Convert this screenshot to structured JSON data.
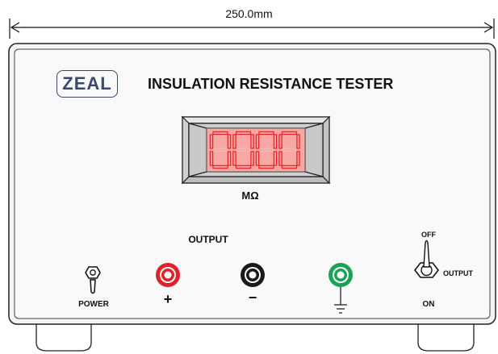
{
  "dimension": {
    "label": "250.0mm"
  },
  "panel": {
    "brand": "ZEAL",
    "title": "INSULATION RESISTANCE TESTER"
  },
  "display": {
    "reading": "0000",
    "unit": "MΩ",
    "segment_on_color": "#e8262a",
    "background_color": "#f7a8a4"
  },
  "terminals": {
    "section_label": "OUTPUT",
    "items": [
      {
        "id": "positive",
        "color": "#e0202a",
        "symbol": "+"
      },
      {
        "id": "negative",
        "color": "#1a1a1a",
        "symbol": "−"
      },
      {
        "id": "ground",
        "color": "#19a356",
        "symbol": "ground-symbol"
      }
    ]
  },
  "controls": {
    "power_switch": {
      "label": "POWER",
      "icon": "toggle-switch-icon"
    },
    "output_switch": {
      "label": "OUTPUT",
      "off_label": "OFF",
      "on_label": "ON",
      "icon": "toggle-switch-icon"
    }
  }
}
